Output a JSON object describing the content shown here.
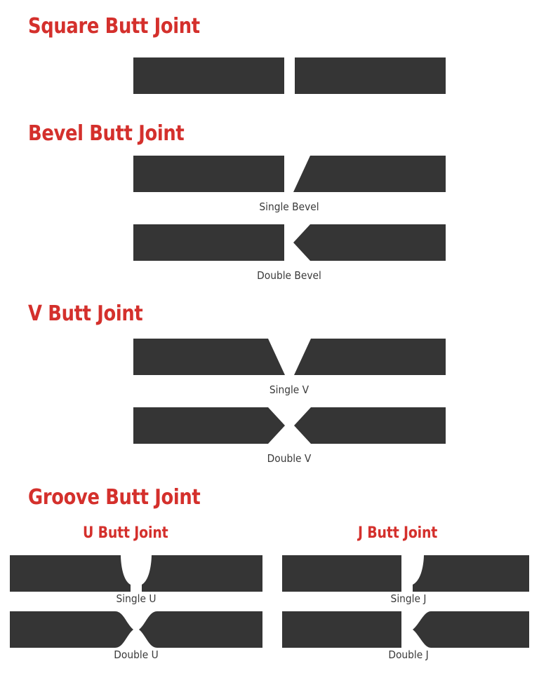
{
  "theme": {
    "background": "#ffffff",
    "heading_color": "#d4302c",
    "plate_color": "#353535",
    "caption_color": "#3a3a3a"
  },
  "sections": [
    {
      "id": "square-butt-joint",
      "title": "Square Butt Joint",
      "diagrams": [
        {
          "id": "square",
          "caption": "",
          "left_shape": "square-plate",
          "right_shape": "square-plate"
        }
      ]
    },
    {
      "id": "bevel-butt-joint",
      "title": "Bevel Butt Joint",
      "diagrams": [
        {
          "id": "single-bevel",
          "caption": "Single Bevel",
          "left_shape": "square-plate",
          "right_shape": "single-bevel-plate"
        },
        {
          "id": "double-bevel",
          "caption": "Double Bevel",
          "left_shape": "square-plate",
          "right_shape": "double-bevel-plate"
        }
      ]
    },
    {
      "id": "v-butt-joint",
      "title": "V Butt Joint",
      "diagrams": [
        {
          "id": "single-v",
          "caption": "Single V",
          "left_shape": "single-v-left-plate",
          "right_shape": "single-v-right-plate"
        },
        {
          "id": "double-v",
          "caption": "Double V",
          "left_shape": "double-v-left-plate",
          "right_shape": "double-v-right-plate"
        }
      ]
    },
    {
      "id": "groove-butt-joint",
      "title": "Groove Butt Joint",
      "subsections": [
        {
          "id": "u-butt-joint",
          "title": "U Butt Joint",
          "diagrams": [
            {
              "id": "single-u",
              "caption": "Single U",
              "left_shape": "single-u-left-plate",
              "right_shape": "single-u-right-plate"
            },
            {
              "id": "double-u",
              "caption": "Double U",
              "left_shape": "double-u-left-plate",
              "right_shape": "double-u-right-plate"
            }
          ]
        },
        {
          "id": "j-butt-joint",
          "title": "J Butt Joint",
          "diagrams": [
            {
              "id": "single-j",
              "caption": "Single J",
              "left_shape": "square-plate",
              "right_shape": "single-j-right-plate"
            },
            {
              "id": "double-j",
              "caption": "Double J",
              "left_shape": "square-plate",
              "right_shape": "double-j-right-plate"
            }
          ]
        }
      ]
    }
  ],
  "titles": {
    "square": "Square Butt Joint",
    "bevel": "Bevel Butt Joint",
    "v": "V Butt Joint",
    "groove": "Groove Butt Joint",
    "u": "U Butt Joint",
    "j": "J Butt Joint"
  },
  "captions": {
    "single_bevel": "Single Bevel",
    "double_bevel": "Double Bevel",
    "single_v": "Single V",
    "double_v": "Double V",
    "single_u": "Single U",
    "double_u": "Double U",
    "single_j": "Single J",
    "double_j": "Double J"
  }
}
